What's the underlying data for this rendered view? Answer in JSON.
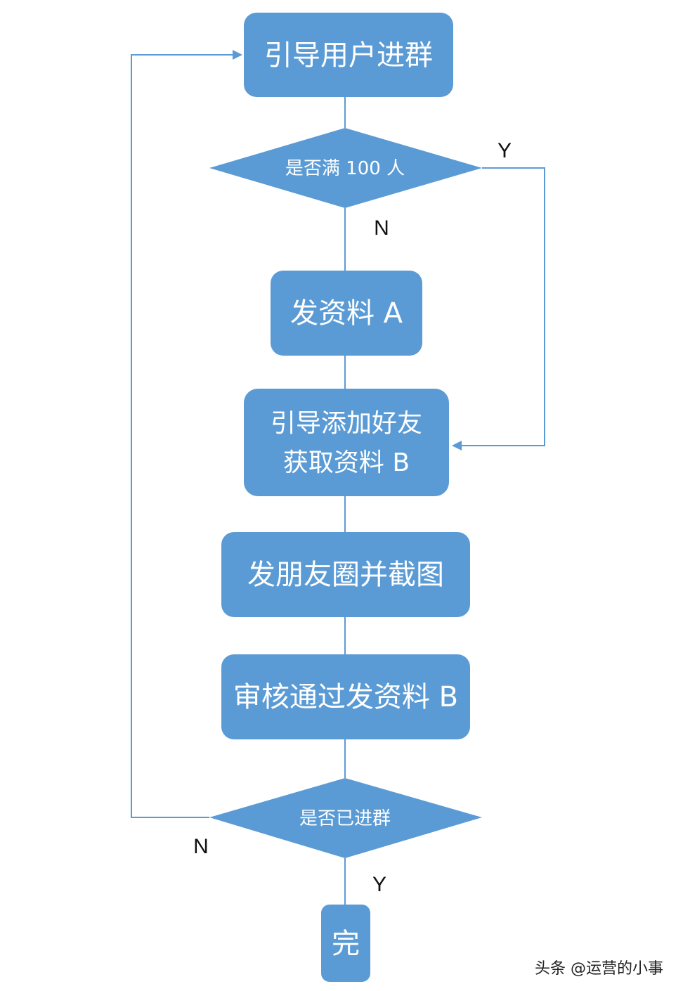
{
  "colors": {
    "node_fill": "#5B9BD5",
    "line": "#5B9BD5",
    "node_text": "#FFFFFF",
    "label_text": "#111111"
  },
  "nodes": {
    "invite_users": "引导用户进群",
    "check_100": "是否满 100 人",
    "send_material_a": "发资料 A",
    "add_friend_line1": "引导添加好友",
    "add_friend_line2": "获取资料 B",
    "post_moments": "发朋友圈并截图",
    "review_send_b": "审核通过发资料 B",
    "check_joined": "是否已进群",
    "done": "完"
  },
  "edge_labels": {
    "check_100_yes": "Y",
    "check_100_no": "N",
    "check_joined_no": "N",
    "check_joined_yes": "Y"
  },
  "watermark": "头条 @运营的小事"
}
